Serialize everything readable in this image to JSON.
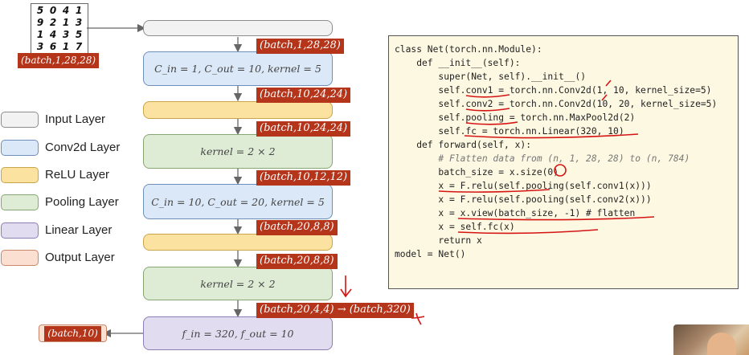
{
  "input_caption": "(batch,1,28,28)",
  "output_caption": "(batch,10)",
  "digits": [
    [
      "5",
      "0",
      "4",
      "1"
    ],
    [
      "9",
      "2",
      "1",
      "3"
    ],
    [
      "1",
      "4",
      "3",
      "5"
    ],
    [
      "3",
      "6",
      "1",
      "7"
    ]
  ],
  "legend": [
    {
      "label": "Input Layer",
      "color": "#f2f2f2",
      "border": "#8c8c8c"
    },
    {
      "label": "Conv2d Layer",
      "color": "#dbe8f7",
      "border": "#6d8fb8"
    },
    {
      "label": "ReLU Layer",
      "color": "#fbe2a0",
      "border": "#c9a54a"
    },
    {
      "label": "Pooling Layer",
      "color": "#deecd5",
      "border": "#86a774"
    },
    {
      "label": "Linear Layer",
      "color": "#e2dcf1",
      "border": "#8a7eb3"
    },
    {
      "label": "Output Layer",
      "color": "#fbe0d2",
      "border": "#c8876a"
    }
  ],
  "layers": [
    {
      "text": ""
    },
    {
      "text": "C_in = 1, C_out = 10, kernel = 5"
    },
    {
      "text": ""
    },
    {
      "text": "kernel = 2 × 2"
    },
    {
      "text": "C_in = 10, C_out = 20, kernel = 5"
    },
    {
      "text": ""
    },
    {
      "text": "kernel = 2 × 2"
    },
    {
      "text": "f_in = 320, f_out = 10"
    }
  ],
  "shape_tags": [
    "(batch,1,28,28)",
    "(batch,10,24,24)",
    "(batch,10,24,24)",
    "(batch,10,12,12)",
    "(batch,20,8,8)",
    "(batch,20,8,8)",
    "(batch,20,4,4) → (batch,320)"
  ],
  "code_lines": [
    "class Net(torch.nn.Module):",
    "    def __init__(self):",
    "        super(Net, self).__init__()",
    "        self.conv1 = torch.nn.Conv2d(1, 10, kernel_size=5)",
    "        self.conv2 = torch.nn.Conv2d(10, 20, kernel_size=5)",
    "        self.pooling = torch.nn.MaxPool2d(2)",
    "        self.fc = torch.nn.Linear(320, 10)",
    "",
    "    def forward(self, x):",
    "        # Flatten data from (n, 1, 28, 28) to (n, 784)",
    "        batch_size = x.size(0)",
    "        x = F.relu(self.pooling(self.conv1(x)))",
    "        x = F.relu(self.pooling(self.conv2(x)))",
    "        x = x.view(batch_size, -1) # flatten",
    "        x = self.fc(x)",
    "        return x",
    "",
    "model = Net()"
  ]
}
